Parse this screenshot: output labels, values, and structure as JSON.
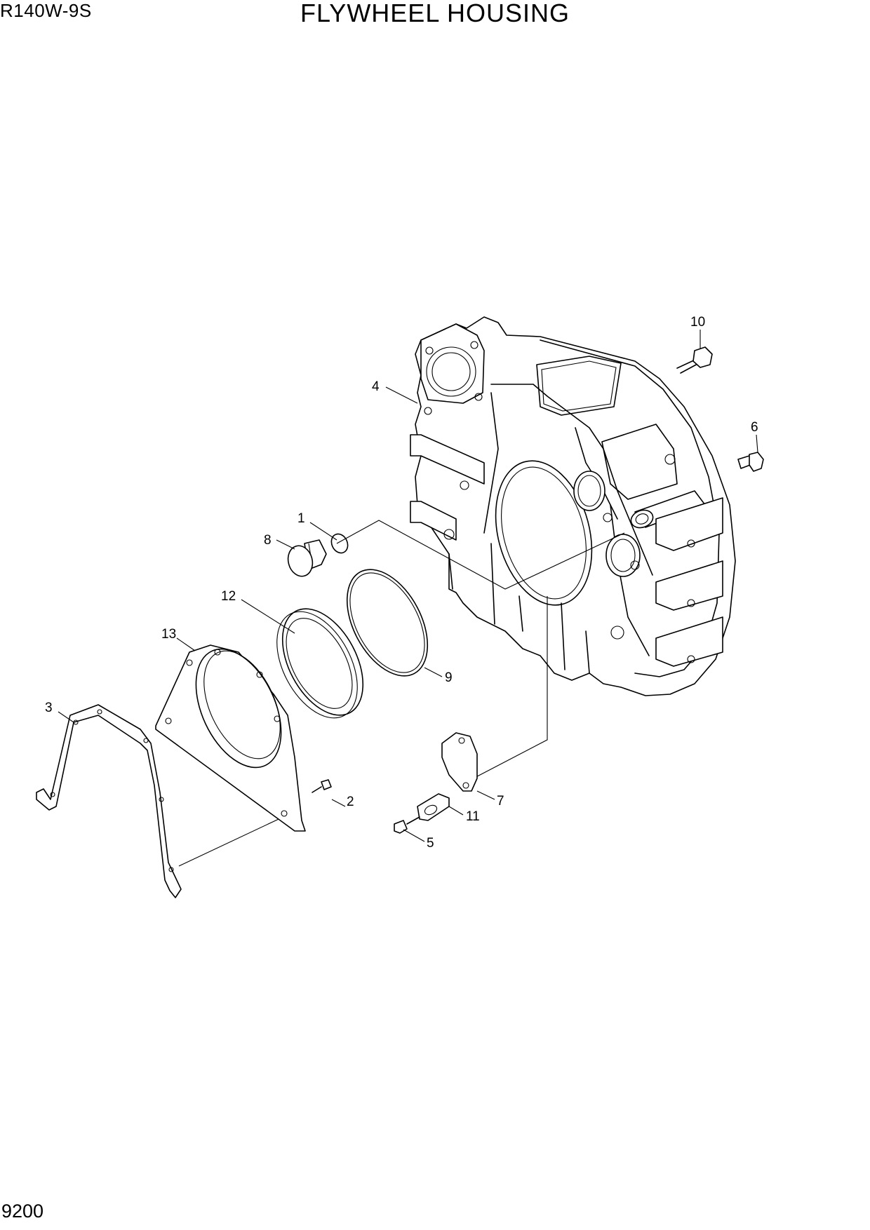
{
  "header": {
    "model": "R140W-9S",
    "title": "FLYWHEEL HOUSING"
  },
  "footer": {
    "page_number": "9200"
  },
  "callouts": [
    {
      "id": "1",
      "label": "1"
    },
    {
      "id": "2",
      "label": "2"
    },
    {
      "id": "3",
      "label": "3"
    },
    {
      "id": "4",
      "label": "4"
    },
    {
      "id": "5",
      "label": "5"
    },
    {
      "id": "6",
      "label": "6"
    },
    {
      "id": "7",
      "label": "7"
    },
    {
      "id": "8",
      "label": "8"
    },
    {
      "id": "9",
      "label": "9"
    },
    {
      "id": "10",
      "label": "10"
    },
    {
      "id": "11",
      "label": "11"
    },
    {
      "id": "12",
      "label": "12"
    },
    {
      "id": "13",
      "label": "13"
    }
  ]
}
